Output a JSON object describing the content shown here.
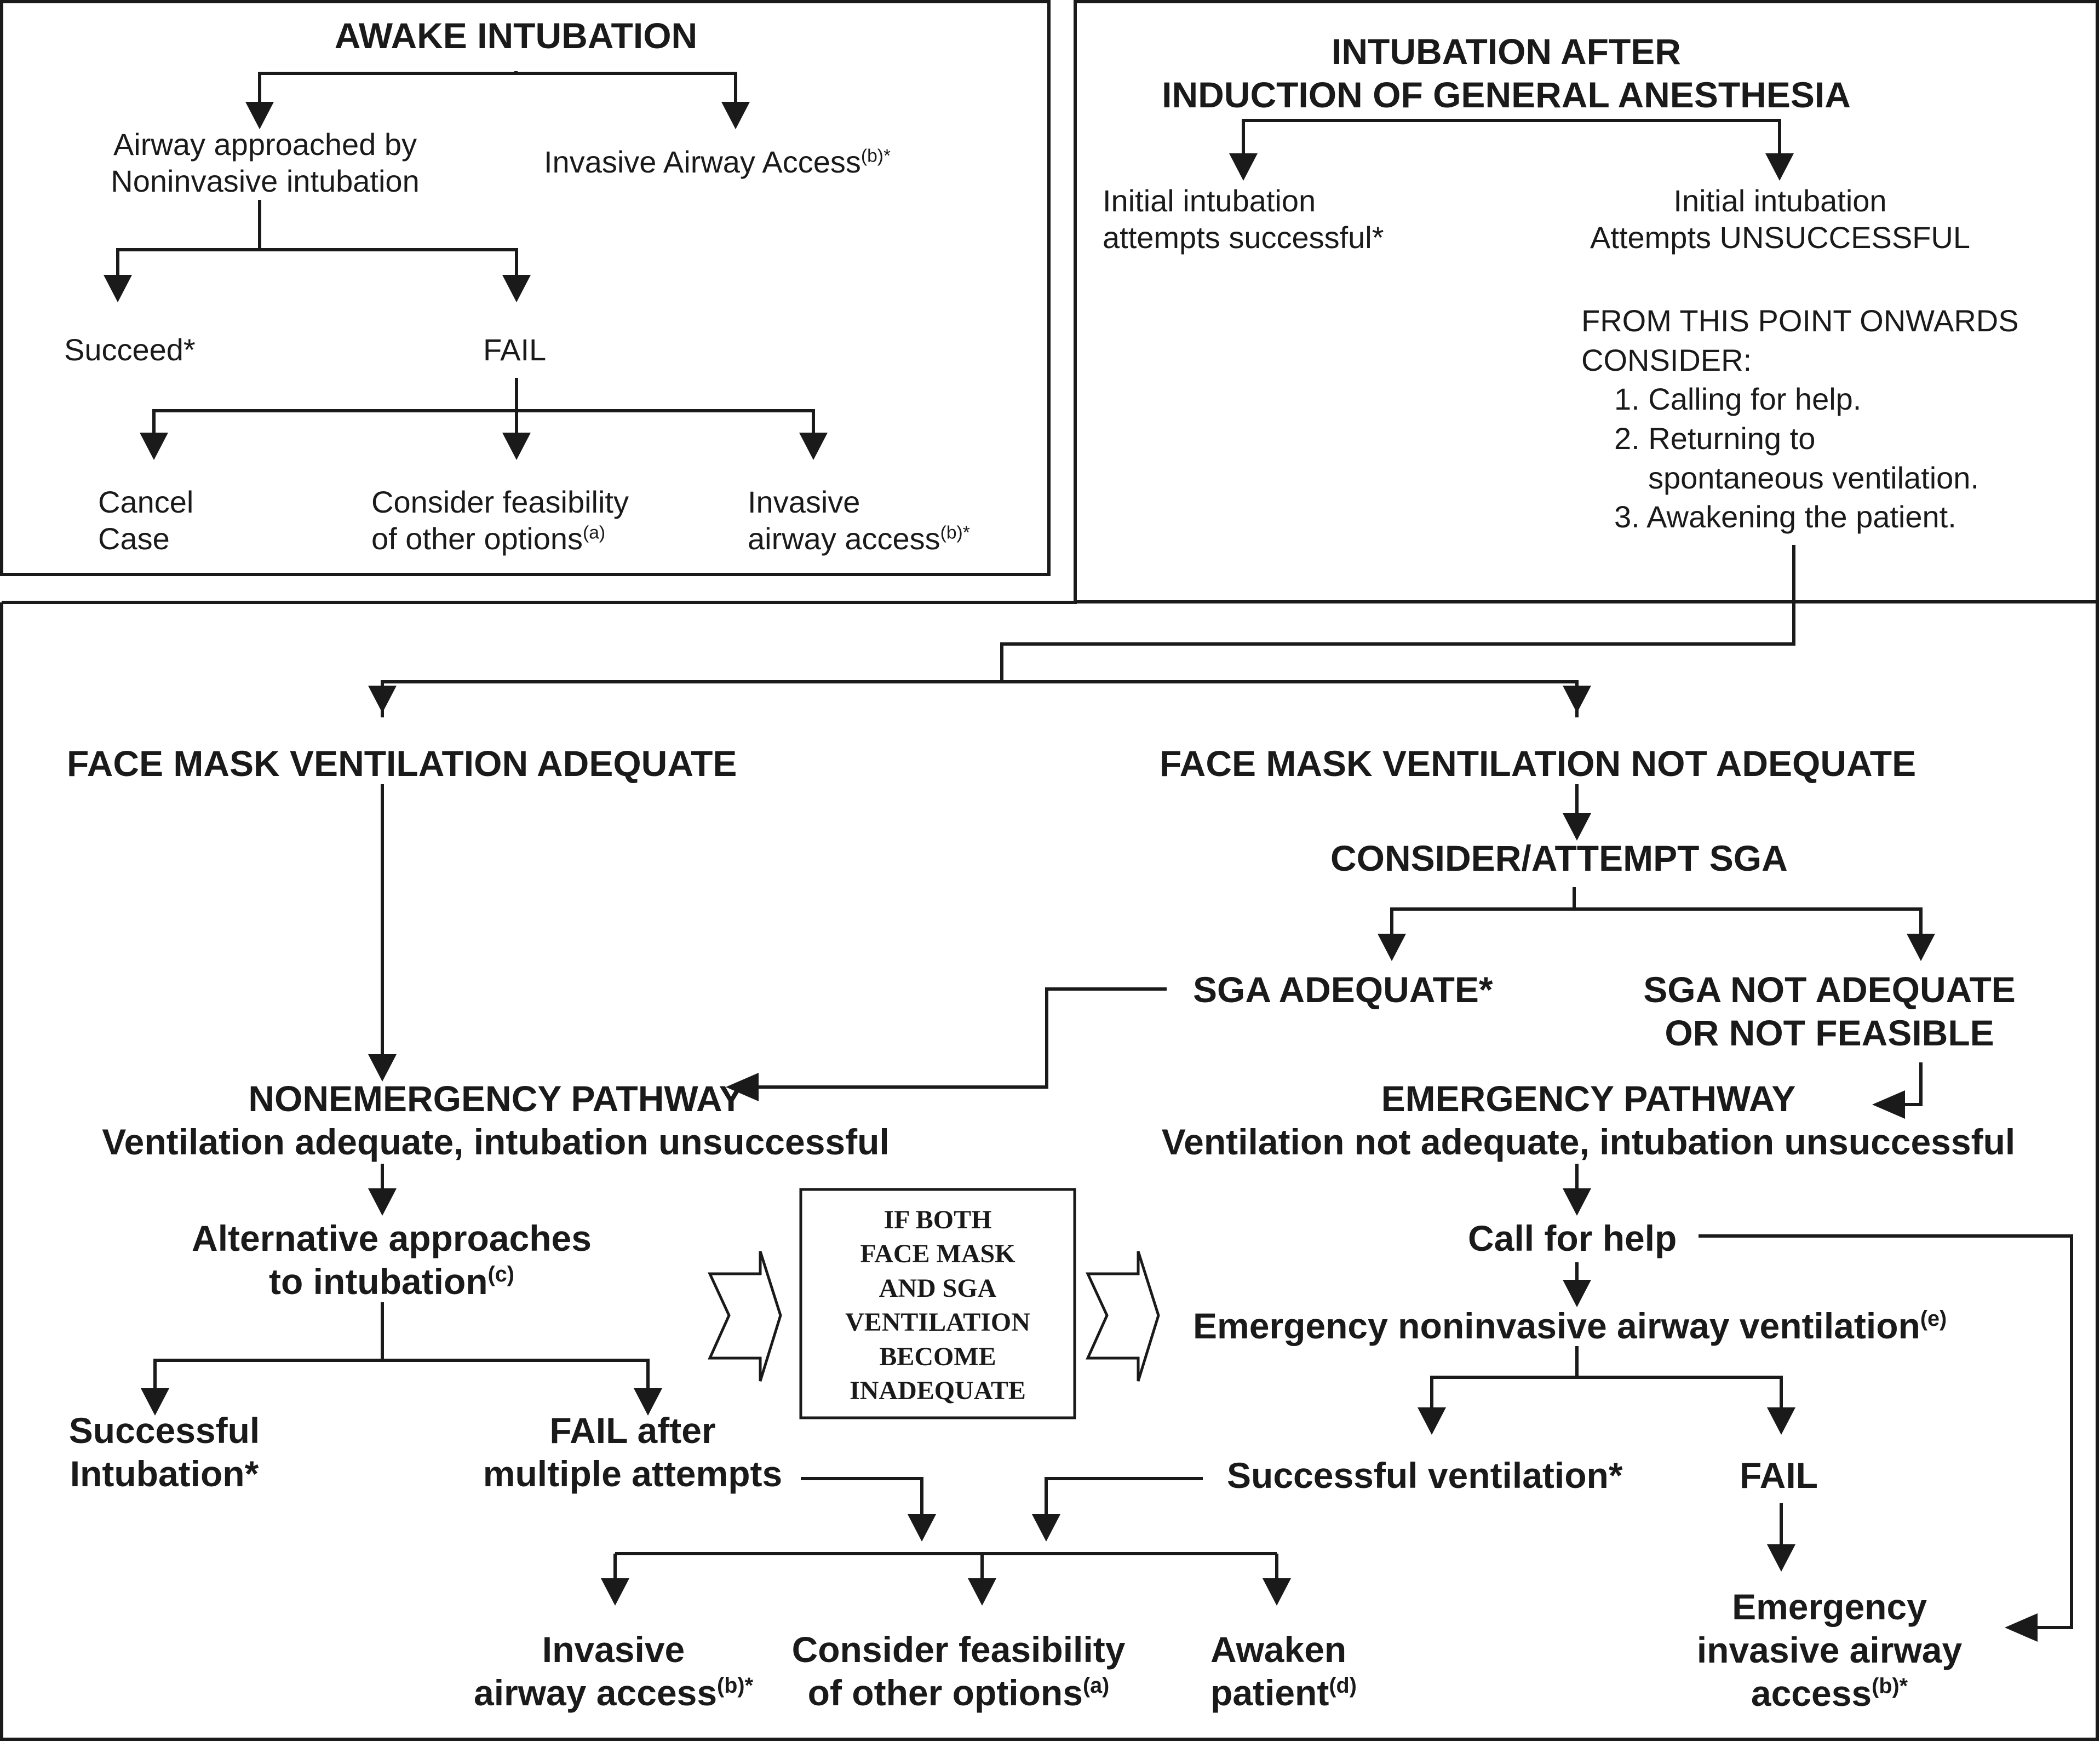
{
  "awake": {
    "title": "AWAKE INTUBATION",
    "noninvasive_l1": "Airway approached by",
    "noninvasive_l2": "Noninvasive intubation",
    "invasive_text": "Invasive Airway Access",
    "invasive_sup": "(b)*",
    "succeed": "Succeed*",
    "fail": "FAIL",
    "cancel_l1": "Cancel",
    "cancel_l2": "Case",
    "consider_l1": "Consider feasibility",
    "consider_l2": "of other options",
    "consider_sup": "(a)",
    "invasive2_l1": "Invasive",
    "invasive2_l2": "airway access",
    "invasive2_sup": "(b)*"
  },
  "induction": {
    "title_l1": "INTUBATION AFTER",
    "title_l2": "INDUCTION OF GENERAL ANESTHESIA",
    "success_l1": "Initial intubation",
    "success_l2": "attempts successful*",
    "unsuccess_l1": "Initial intubation",
    "unsuccess_l2": "Attempts UNSUCCESSFUL",
    "consider_l1": "FROM THIS POINT ONWARDS",
    "consider_l2": "CONSIDER:",
    "item1": "1. Calling for help.",
    "item2a": "2. Returning to",
    "item2b": "spontaneous ventilation.",
    "item3": "3. Awakening the patient."
  },
  "main": {
    "fmv_adequate": "FACE MASK VENTILATION ADEQUATE",
    "fmv_not_adequate": "FACE MASK VENTILATION NOT ADEQUATE",
    "consider_sga": "CONSIDER/ATTEMPT SGA",
    "sga_adequate": "SGA ADEQUATE*",
    "sga_not_l1": "SGA NOT ADEQUATE",
    "sga_not_l2": "OR NOT FEASIBLE",
    "nonemerg_l1": "NONEMERGENCY PATHWAY",
    "nonemerg_l2": "Ventilation adequate, intubation unsuccessful",
    "emerg_l1": "EMERGENCY PATHWAY",
    "emerg_l2": "Ventilation not adequate, intubation unsuccessful",
    "alt_l1": "Alternative approaches",
    "alt_l2": "to intubation",
    "alt_sup": "(c)",
    "box_l1": "IF BOTH",
    "box_l2": "FACE MASK",
    "box_l3": "AND SGA",
    "box_l4": "VENTILATION",
    "box_l5": "BECOME",
    "box_l6": "INADEQUATE",
    "call_help": "Call for help",
    "emerg_noninv": "Emergency noninvasive airway ventilation",
    "emerg_noninv_sup": "(e)",
    "succ_intub_l1": "Successful",
    "succ_intub_l2": "Intubation*",
    "fail_after_l1": "FAIL after",
    "fail_after_l2": "multiple attempts",
    "succ_vent": "Successful ventilation*",
    "fail": "FAIL",
    "inv_l1": "Invasive",
    "inv_l2": "airway access",
    "inv_sup": "(b)*",
    "cons_l1": "Consider feasibility",
    "cons_l2": "of other options",
    "cons_sup": "(a)",
    "awaken_l1": "Awaken",
    "awaken_l2": "patient",
    "awaken_sup": "(d)",
    "emerg_inv_l1": "Emergency",
    "emerg_inv_l2": "invasive airway",
    "emerg_inv_l3": "access",
    "emerg_inv_sup": "(b)*"
  }
}
